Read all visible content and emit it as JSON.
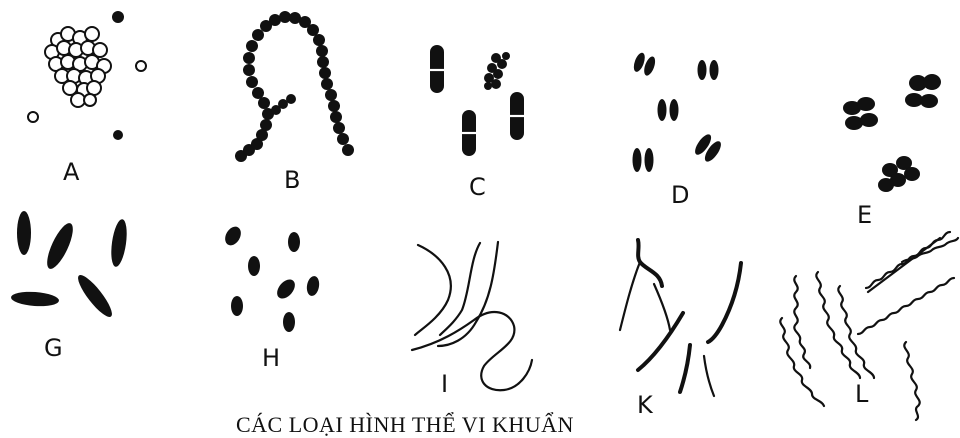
{
  "panels": [
    {
      "key": "A",
      "label": "A",
      "icon": "cocci-cluster-icon"
    },
    {
      "key": "B",
      "label": "B",
      "icon": "cocci-chain-icon"
    },
    {
      "key": "C",
      "label": "C",
      "icon": "short-rods-icon"
    },
    {
      "key": "D",
      "label": "D",
      "icon": "diplococci-oval-icon"
    },
    {
      "key": "E",
      "label": "E",
      "icon": "diplococci-clusters-icon"
    },
    {
      "key": "G",
      "label": "G",
      "icon": "large-rods-icon"
    },
    {
      "key": "H",
      "label": "H",
      "icon": "coccobacilli-icon"
    },
    {
      "key": "I",
      "label": "I",
      "icon": "long-filaments-icon"
    },
    {
      "key": "K",
      "label": "K",
      "icon": "curved-rods-icon"
    },
    {
      "key": "L",
      "label": "L",
      "icon": "spirochetes-icon"
    }
  ],
  "caption": "CÁC LOẠI HÌNH THỂ VI KHUẨN"
}
